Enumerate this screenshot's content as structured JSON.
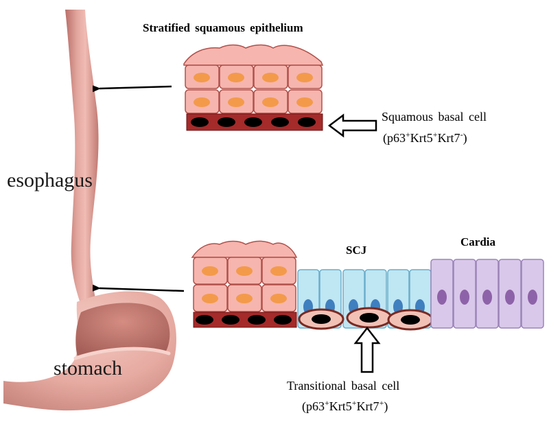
{
  "labels": {
    "title": "Stratified squamous epithelium",
    "esophagus": "esophagus",
    "stomach": "stomach",
    "scj": "SCJ",
    "cardia": "Cardia",
    "squamous_basal": {
      "line1": "Squamous basal cell",
      "line2": {
        "open": "(p63",
        "s1": "+",
        "m1": "Krt5",
        "s2": "+",
        "m2": "Krt7",
        "s3": "-",
        "close": ")"
      }
    },
    "transitional_basal": {
      "line1": "Transitional basal cell",
      "line2": {
        "open": "(p63",
        "s1": "+",
        "m1": "Krt5",
        "s2": "+",
        "m2": "Krt7",
        "s3": "+",
        "close": ")"
      }
    }
  },
  "colors": {
    "organ": "#d8948c",
    "organ_dark": "#b36b64",
    "squamous_fill": "#f6b5ae",
    "squamous_stroke": "#b0504a",
    "nucleus": "#f39a4a",
    "basal_fill": "#a52a2a",
    "basal_nucleus": "#000000",
    "columnar_fill": "#bfe6f3",
    "columnar_stroke": "#6aaecb",
    "columnar_nucleus": "#3f7fbf",
    "cardia_fill": "#d9c8ea",
    "cardia_stroke": "#9b84b8",
    "cardia_nucleus": "#8e62a8"
  },
  "icons": [
    "pointer-arrow",
    "hollow-arrow"
  ]
}
